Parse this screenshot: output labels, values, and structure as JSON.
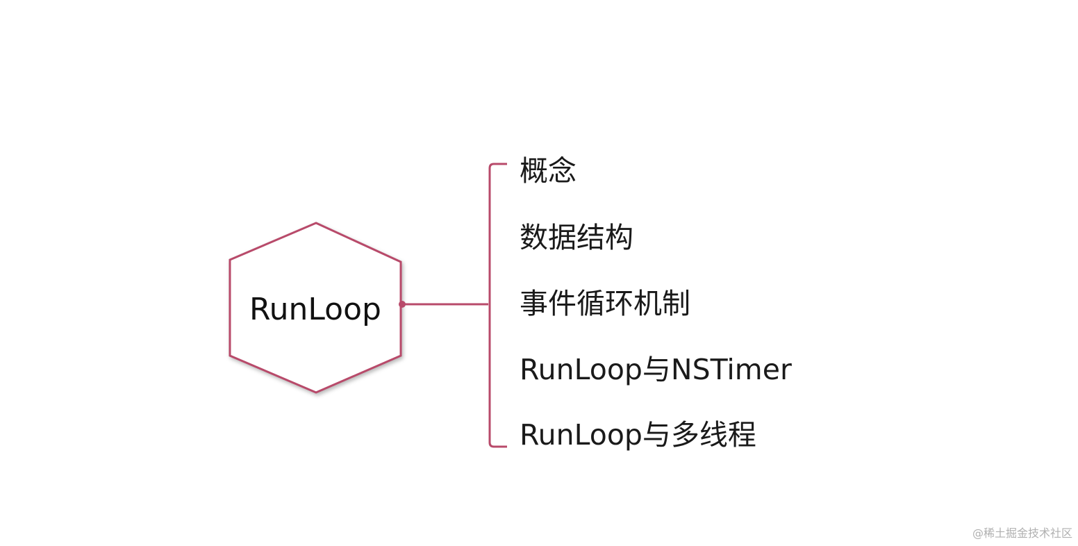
{
  "diagram": {
    "center_label": "RunLoop",
    "accent_color": "#b84a6a",
    "branches": [
      {
        "label": "概念"
      },
      {
        "label": "数据结构"
      },
      {
        "label": "事件循环机制"
      },
      {
        "label": "RunLoop与NSTimer"
      },
      {
        "label": "RunLoop与多线程"
      }
    ]
  },
  "watermark": "@稀土掘金技术社区"
}
